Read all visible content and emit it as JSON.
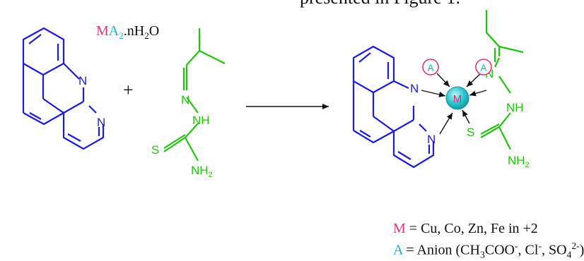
{
  "caption": "presented in Figure 1:",
  "reagent": {
    "metal": "M",
    "anion": "A",
    "sub2": "2",
    "rest": ".nH",
    "sub_h": "2",
    "tail": "O"
  },
  "plus": "+",
  "atoms": {
    "N": "N",
    "NH": "NH",
    "S": "S",
    "NH2": "NH",
    "NH2_sub": "2",
    "M": "M",
    "A": "A"
  },
  "legend": {
    "m_symbol": "M",
    "m_text": " = Cu, Co, Zn, Fe in +2",
    "a_symbol": "A",
    "a_text_1": " = Anion (CH",
    "a_sub_3": "3",
    "a_text_2": "COO",
    "a_sup_1": "-",
    "a_text_3": ", Cl",
    "a_sup_2": "-",
    "a_text_4": ", SO",
    "a_sub_4": "4",
    "a_sup_3": "2-",
    "a_text_5": ")"
  },
  "colors": {
    "phen": "#1c1cd6",
    "ligand": "#22c40e",
    "metal_text": "#e0337a",
    "anion_text": "#1ab3c2",
    "arrow": "#111111",
    "metal_fill": "#2bc6cf"
  }
}
